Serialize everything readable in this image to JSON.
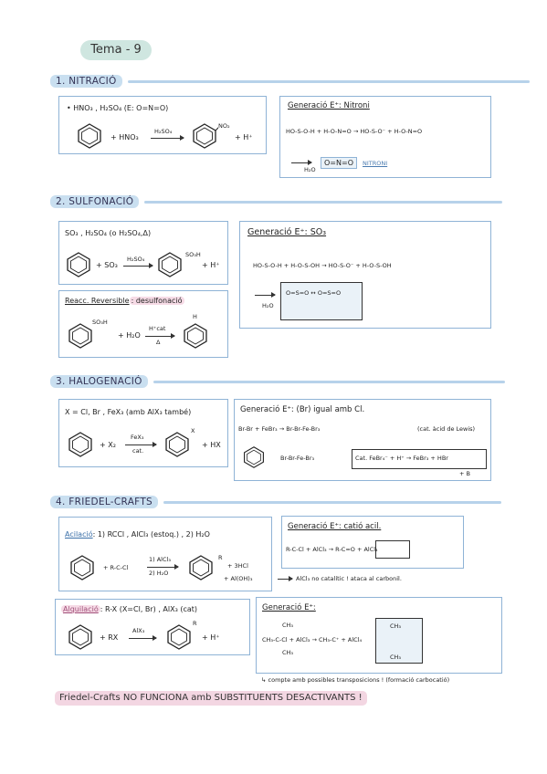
{
  "header": {
    "title": "Tema - 9"
  },
  "sections": {
    "s1": "1. NITRACIÓ",
    "s2": "2. SULFONACIÓ",
    "s3": "3. HALOGENACIÓ",
    "s4": "4. FRIEDEL-CRAFTS"
  },
  "nitracio": {
    "reagents": "• HNO₃ , H₂SO₄  (E: O=N=O)",
    "plus_hno3": "+ HNO₃",
    "catalyst": "H₂SO₄",
    "substituent": "NO₂",
    "plus_h": "+ H⁺",
    "gen_title": "Generació E⁺: Nitroni",
    "gen_line1": "HO-S-O-H + H-O-N=O  →  HO-S-O⁻ + H-O-N=O",
    "h2o_label": "H₂O",
    "nitroni_formula": "O=N=O",
    "nitroni_label": "NITRONI"
  },
  "sulfonacio": {
    "reagents": "SO₃ , H₂SO₄ (o H₂SO₄,Δ)",
    "plus_so3": "+ SO₃",
    "catalyst": "H₂SO₄",
    "substituent": "SO₃H",
    "plus_h": "+ H⁺",
    "rev_title": "Reacc. Reversible",
    "rev_subtitle": ": desulfonació",
    "rev_sub": "SO₃H",
    "rev_plus_h2o": "+ H₂O",
    "rev_cat_top": "H⁺cat",
    "rev_cat_bottom": "Δ",
    "rev_product": "H",
    "gen_title": "Generació E⁺: SO₃",
    "gen_line1": "HO-S-O-H + H-O-S-OH  →  HO-S-O⁻ + H-O-S-OH",
    "gen_line2": "O=S=O  ↔  O=S=O",
    "h2o_label": "H₂O"
  },
  "halogenacio": {
    "reagents": "X = Cl, Br ,  FeX₃   (amb AlX₃ també)",
    "plus_x2": "+ X₂",
    "catalyst_top": "FeX₃",
    "catalyst_bottom": "cat.",
    "substituent": "X",
    "plus_hx": "+ HX",
    "gen_title": "Generació E⁺: (Br) igual amb Cl.",
    "gen_line1": "Br-Br + FeBr₃  →  Br-Br-Fe-Br₃",
    "gen_note": "(cat. àcid de Lewis)",
    "gen_line2": "Br-Br-Fe-Br₃",
    "gen_box2": "Cat.  FeBr₄⁻ + H⁺  →  FeBr₃ + HBr",
    "gen_box2_b": "+ B"
  },
  "friedel": {
    "acil_label": "Acilació",
    "acil_reagents": ": 1) RCCl , AlCl₃ (estoq.) , 2) H₂O",
    "acil_plus": "+  R-C-Cl",
    "acil_cond1": "1) AlCl₃",
    "acil_cond2": "2) H₂O",
    "acil_sub": "R",
    "acil_byprod1": "+ 3HCl",
    "acil_byprod2": "+ Al(OH)₃",
    "acil_note": "AlCl₃ no catalític ! ataca al carbonil.",
    "acil_gen_title": "Generació E⁺: catió acil.",
    "acil_gen_line": "R-C-Cl + AlCl₃  →  R-C=O + AlCl₄",
    "alq_label": "Alquilació",
    "alq_reagents": ": R-X  (X=Cl, Br) , AlX₃ (cat)",
    "alq_plus": "+ RX",
    "alq_cat": "AlX₃",
    "alq_sub": "R",
    "alq_plus_h": "+ H⁺",
    "alq_gen_title": "Generació E⁺:",
    "alq_gen_line": "CH₃-C-Cl + AlCl₃  →  CH₃-C⁺ + AlCl₄",
    "alq_note": "↳ compte amb possibles transposicions ! (formació carbocatió)",
    "ch3": "CH₃"
  },
  "footer": "Friedel-Crafts NO FUNCIONA amb SUBSTITUENTS DESACTIVANTS !"
}
